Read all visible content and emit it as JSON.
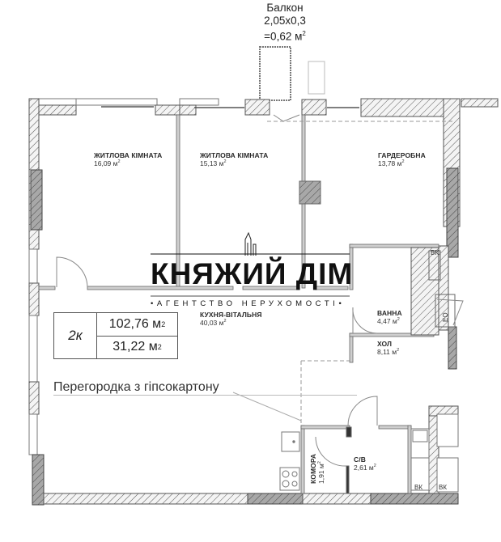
{
  "balcony": {
    "label": "Балкон",
    "dimensions": "2,05x0,3",
    "area": "=0,62 м",
    "area_sup": "2"
  },
  "rooms": [
    {
      "id": "living-room-1",
      "name": "ЖИТЛОВА КІМНАТА",
      "area": "16,09 м",
      "sup": "2"
    },
    {
      "id": "living-room-2",
      "name": "ЖИТЛОВА КІМНАТА",
      "area": "15,13 м",
      "sup": "2"
    },
    {
      "id": "wardrobe",
      "name": "ГАРДЕРОБНА",
      "area": "13,78 м",
      "sup": "2"
    },
    {
      "id": "kitchen-living",
      "name": "КУХНЯ-ВІТАЛЬНЯ",
      "area": "40,03 м",
      "sup": "2"
    },
    {
      "id": "bathroom",
      "name": "ВАННА",
      "area": "4,47 м",
      "sup": "2"
    },
    {
      "id": "hall",
      "name": "ХОЛ",
      "area": "8,11 м",
      "sup": "2"
    },
    {
      "id": "storage",
      "name": "КОМОРА",
      "area": "1,91 м",
      "sup": "2"
    },
    {
      "id": "wc",
      "name": "С/В",
      "area": "2,61 м",
      "sup": "2"
    }
  ],
  "summary": {
    "rooms_count": "2к",
    "total_area": "102,76 м",
    "living_area": "31,22 м",
    "sup": "2"
  },
  "annotation": {
    "partition": "Перегородка з гіпсокартону"
  },
  "watermark": {
    "name": "КНЯЖИЙ ДІМ",
    "tagline": "•АГЕНТСТВО НЕРУХОМОСТІ•"
  },
  "fixtures": {
    "water_meter_1": "ВК",
    "electric_panel": "ЕО",
    "water_meter_2": "ВК",
    "water_meter_3": "ВК"
  },
  "colors": {
    "wall_line": "#555555",
    "hatch_fill": "#d9d9d9",
    "dark_block": "#9a9a9a",
    "background": "#ffffff"
  }
}
